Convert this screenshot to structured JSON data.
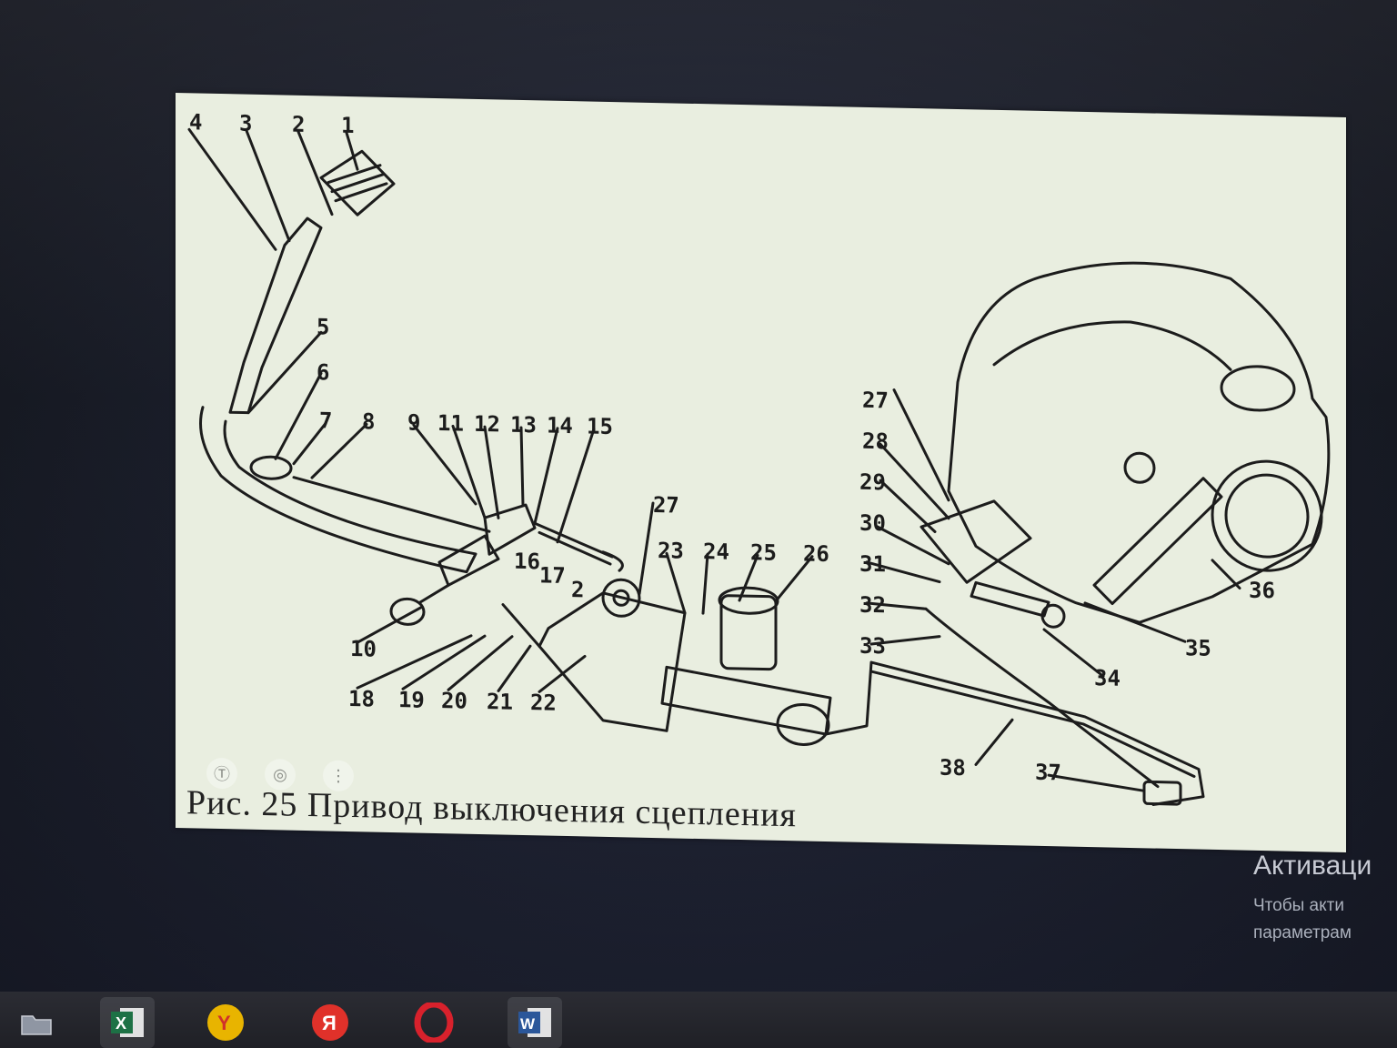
{
  "figure": {
    "caption": "Рис. 25 Привод выключения сцепления",
    "labels": [
      "1",
      "2",
      "3",
      "4",
      "5",
      "6",
      "7",
      "8",
      "9",
      "11",
      "12",
      "13",
      "14",
      "15",
      "27",
      "23",
      "24",
      "25",
      "26",
      "16",
      "17",
      "2",
      "10",
      "18",
      "19",
      "20",
      "21",
      "22",
      "27",
      "28",
      "29",
      "30",
      "31",
      "32",
      "33",
      "34",
      "35",
      "36",
      "37",
      "38"
    ]
  },
  "viewer_tools": {
    "text_icon": "text-recognition-icon",
    "lens_icon": "visual-search-icon",
    "more_icon": "more-vertical-icon"
  },
  "activation_notice": {
    "title": "Активаци",
    "line1": "Чтобы акти",
    "line2": "параметрам"
  },
  "taskbar": {
    "apps": [
      {
        "name": "file-explorer",
        "glyph": ""
      },
      {
        "name": "excel",
        "glyph": "X"
      },
      {
        "name": "yandex-browser",
        "glyph": "Y"
      },
      {
        "name": "yandex",
        "glyph": "Я"
      },
      {
        "name": "opera",
        "glyph": "O"
      },
      {
        "name": "word",
        "glyph": "W"
      }
    ]
  },
  "colors": {
    "paper": "#e9eee0",
    "ink": "#1c1c1c",
    "excel": "#1d7145",
    "yandex_browser": "#e8b400",
    "yandex": "#e0312a",
    "opera": "#d8212c",
    "word": "#2b579a"
  }
}
